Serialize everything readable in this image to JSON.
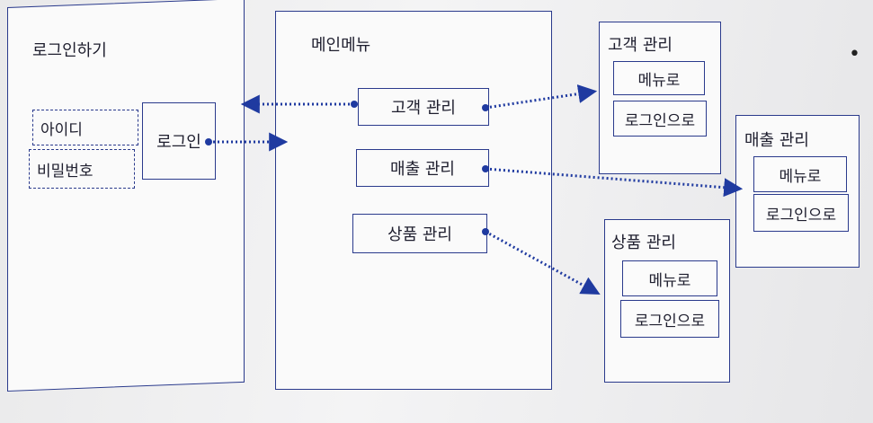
{
  "login_panel": {
    "title": "로그인하기",
    "id_field": "아이디",
    "password_field": "비밀번호",
    "login_button": "로그인"
  },
  "main_menu": {
    "title": "메인메뉴",
    "customer_button": "고객 관리",
    "sales_button": "매출 관리",
    "product_button": "상품 관리"
  },
  "customer_panel": {
    "title": "고객 관리",
    "to_menu": "메뉴로",
    "to_login": "로그인으로"
  },
  "sales_panel": {
    "title": "매출 관리",
    "to_menu": "메뉴로",
    "to_login": "로그인으로"
  },
  "product_panel": {
    "title": "상품 관리",
    "to_menu": "메뉴로",
    "to_login": "로그인으로"
  },
  "colors": {
    "line": "#2a3a8c",
    "arrow": "#1f3aa0"
  }
}
